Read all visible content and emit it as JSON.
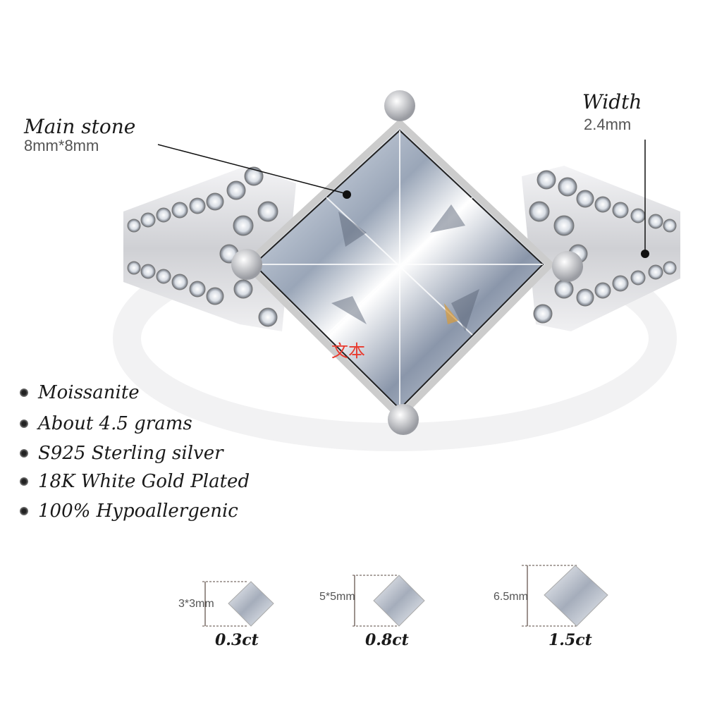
{
  "annotations": {
    "main_stone": {
      "title": "Main stone",
      "value": "8mm*8mm"
    },
    "width": {
      "title": "Width",
      "value": "2.4mm"
    },
    "watermark": "文本"
  },
  "features": [
    "Moissanite",
    "About 4.5 grams",
    "S925 Sterling silver",
    "18K White Gold Plated",
    "100% Hypoallergenic"
  ],
  "stone_options": [
    {
      "size": "3*3mm",
      "carat": "0.3ct"
    },
    {
      "size": "5*5mm",
      "carat": "0.8ct"
    },
    {
      "size": "6.5mm",
      "carat": "1.5ct"
    }
  ],
  "colors": {
    "text_dark": "#1a1a1a",
    "text_gray": "#555555",
    "watermark": "#e83a2e",
    "metal": "#e6e6e8"
  }
}
